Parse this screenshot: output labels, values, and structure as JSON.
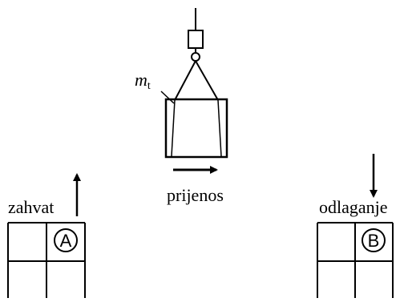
{
  "diagram": {
    "mass_symbol": "m",
    "mass_subscript": "t",
    "transfer_label": "prijenos",
    "pickup_label": "zahvat",
    "dropoff_label": "odlaganje",
    "pickup_cell": "A",
    "dropoff_cell": "B"
  }
}
